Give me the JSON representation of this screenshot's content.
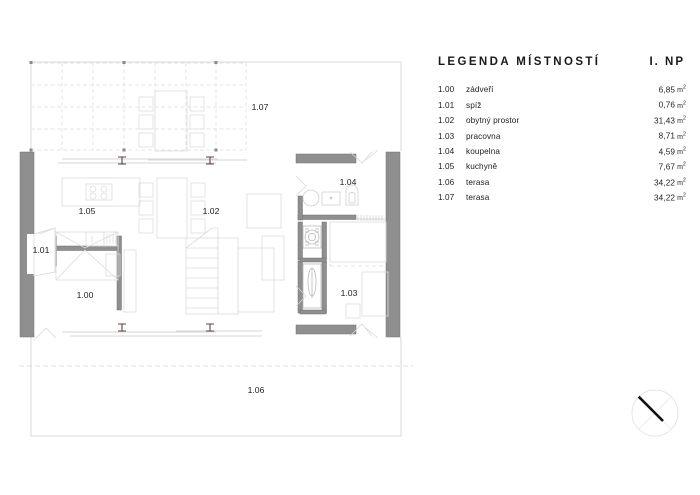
{
  "legend": {
    "title_main": "LEGENDA MÍSTNOSTÍ",
    "title_level": "I. NP",
    "rows": [
      {
        "code": "1.00",
        "name": "zádveří",
        "area": "6,85",
        "unit": "m",
        "exp": "2"
      },
      {
        "code": "1.01",
        "name": "spíž",
        "area": "0,76",
        "unit": "m",
        "exp": "2"
      },
      {
        "code": "1.02",
        "name": "obytný prostor",
        "area": "31,43",
        "unit": "m",
        "exp": "2"
      },
      {
        "code": "1.03",
        "name": "pracovna",
        "area": "8,71",
        "unit": "m",
        "exp": "2"
      },
      {
        "code": "1.04",
        "name": "koupelna",
        "area": "4,59",
        "unit": "m",
        "exp": "2"
      },
      {
        "code": "1.05",
        "name": "kuchyně",
        "area": "7,67",
        "unit": "m",
        "exp": "2"
      },
      {
        "code": "1.06",
        "name": "terasa",
        "area": "34,22",
        "unit": "m",
        "exp": "2"
      },
      {
        "code": "1.07",
        "name": "terasa",
        "area": "34,22",
        "unit": "m",
        "exp": "2"
      }
    ]
  },
  "plan": {
    "room_labels": {
      "r100": "1.00",
      "r101": "1.01",
      "r102": "1.02",
      "r103": "1.03",
      "r104": "1.04",
      "r105": "1.05",
      "r106": "1.06",
      "r107": "1.07"
    },
    "colors": {
      "wall_fill": "#8f8f8f",
      "wall_stroke": "#6f6f6f",
      "furniture_stroke": "#d8d8d8",
      "outline_stroke": "#cfcfcf",
      "grid_stroke": "#d9d9d9",
      "label_text": "#1d1d1d",
      "dimension_mark": "#5a4440"
    }
  },
  "compass": {
    "name": "north-arrow",
    "needle_color": "#111111",
    "circle_color": "#e0e0e0"
  }
}
